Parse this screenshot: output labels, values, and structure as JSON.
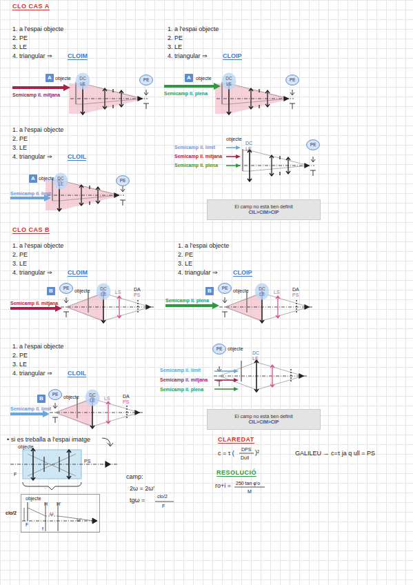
{
  "diagram": {
    "nodes": [
      {
        "text": [
          "A"
        ]
      },
      {
        "text": [
          "DC",
          "LE"
        ]
      },
      {
        "text": [
          "PE"
        ]
      },
      {
        "text": [
          "A"
        ]
      },
      {
        "text": [
          "DC",
          "LE"
        ]
      },
      {
        "text": [
          "PE"
        ]
      },
      {
        "text": [
          "A"
        ]
      },
      {
        "text": [
          "DC",
          "LE"
        ]
      },
      {
        "text": [
          "PE"
        ]
      },
      {
        "text": [
          "PE"
        ]
      },
      {
        "text": [
          "El camp no està ben definit",
          "CIL>CIM>CIP"
        ]
      },
      {
        "text": [
          "B"
        ]
      },
      {
        "text": [
          "PE"
        ]
      },
      {
        "text": [
          "DC",
          "LE"
        ]
      },
      {
        "text": [
          "B"
        ]
      },
      {
        "text": [
          "PE"
        ]
      },
      {
        "text": [
          "DC",
          "LE"
        ]
      },
      {
        "text": [
          "B"
        ]
      },
      {
        "text": [
          "PE"
        ]
      },
      {
        "text": [
          "DC",
          "LE"
        ]
      },
      {
        "text": [
          "PE"
        ]
      },
      {
        "text": [
          "El camp no està ben definit",
          "CIL>CIM>CIP"
        ]
      },
      {
        "text": [
          "objecte",
          "H",
          "H'",
          "ω",
          "ω'",
          "F",
          "f"
        ]
      }
    ],
    "labels": [
      "CLO CAS A",
      "1. a l'espai objecte",
      "2. PE",
      "3. LE",
      "4. triangular ⇒",
      "CLOIM",
      "1. a l'espai objecte",
      "2. PE",
      "3. LE",
      "4. triangular ⇒",
      "CLOIP",
      "objecte",
      "Semicamp il. mitjana",
      "objecte",
      "Semicamp il. plena",
      "1. a l'espai objecte",
      "2. PE",
      "3. LE",
      "4. triangular ⇒",
      "CLOIL",
      "objecte",
      "Semicamp il. límit",
      "objecte",
      "DC",
      "LE",
      "Semicamp il. límit",
      "Semicamp il. mitjana",
      "Semicamp il. plena",
      "CLO CAS B",
      "1. a l'espai objecte",
      "2. PE",
      "3. LE",
      "4. triangular ⇒",
      "CLOIM",
      "1. a l'espai objecte",
      "2. PE",
      "3. LE",
      "4. triangular ⇒",
      "CLOIP",
      "objecte",
      "LS",
      "DA",
      "PS",
      "Semicamp il. mitjana",
      "objecte",
      "LS",
      "DA",
      "PS",
      "Semicamp il. plena",
      "1. a l'espai objecte",
      "2. PE",
      "3. LE",
      "4. triangular ⇒",
      "CLOIL",
      "objecte",
      "LS",
      "DA",
      "PS",
      "Semicamp il. límit",
      "objecte",
      "DC",
      "LE",
      "Semicamp il. límit",
      "Semicamp il. mitjana",
      "Semicamp il. plena",
      "• si es treballa a l'espai imatge",
      "objecte",
      "PS",
      "F",
      "clo/2",
      "camp:",
      "2ω = 2ω'",
      "tgω =",
      "clo/2",
      "F",
      "CLAREDAT",
      "c = τ (",
      "DPS",
      "Dull",
      ")²",
      "GALILEU → c=τ ja q ull = PS",
      "RESOLUCIÓ",
      "ro+i =",
      "250 tan φ'o",
      "M"
    ]
  }
}
